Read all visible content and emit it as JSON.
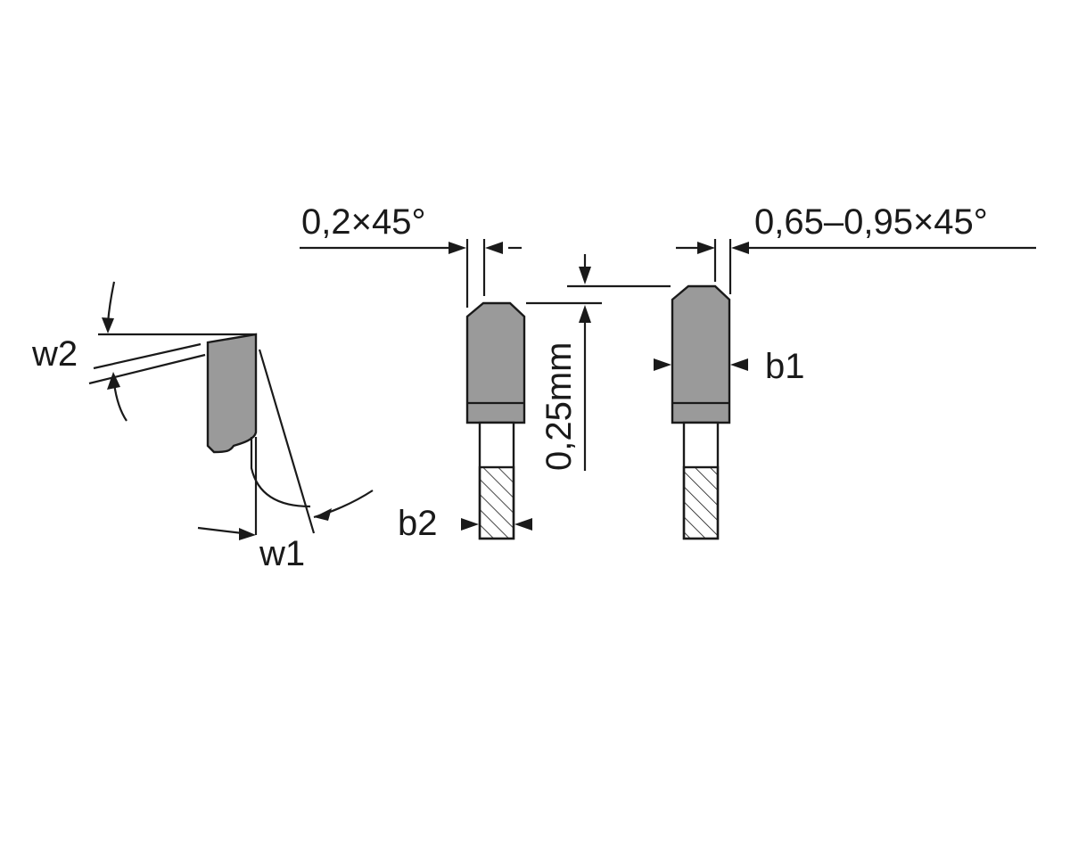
{
  "labels": {
    "chamfer_left": "0,2×45°",
    "chamfer_right": "0,65–0,95×45°",
    "height": "0,25mm",
    "b1": "b1",
    "b2": "b2",
    "w1": "w1",
    "w2": "w2"
  },
  "colors": {
    "tooth_fill": "#9a9a9a",
    "line": "#1a1a1a",
    "background": "#ffffff"
  }
}
